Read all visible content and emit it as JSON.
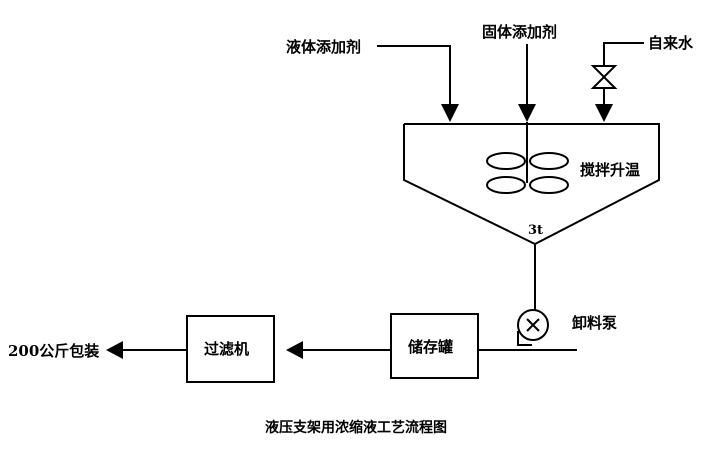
{
  "inputs": {
    "liquid_additive": "液体添加剂",
    "solid_additive": "固体添加剂",
    "tap_water": "自来水"
  },
  "tank": {
    "label": "搅拌升温",
    "capacity": "3t"
  },
  "pump": {
    "label": "卸料泵"
  },
  "storage": {
    "label": "储存罐"
  },
  "filter": {
    "label": "过滤机"
  },
  "output": {
    "label": "200公斤包装"
  },
  "caption": "液压支架用浓缩液工艺流程图"
}
